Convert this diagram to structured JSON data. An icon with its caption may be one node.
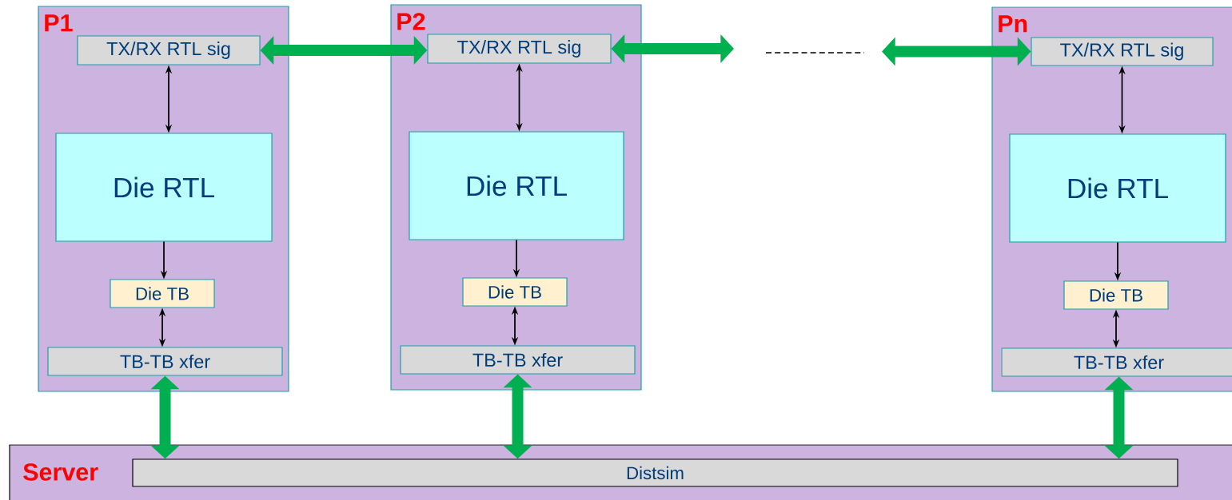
{
  "diagram": {
    "nodes": [
      {
        "text": [
          "P1"
        ]
      },
      {
        "text": [
          "TX/RX RTL sig"
        ],
        "in": 0
      },
      {
        "text": [
          "Die RTL"
        ],
        "in": 0
      },
      {
        "text": [
          "Die TB"
        ],
        "in": 0
      },
      {
        "text": [
          "TB-TB xfer"
        ],
        "in": 0
      },
      {
        "text": [
          "P2"
        ]
      },
      {
        "text": [
          "TX/RX RTL sig"
        ],
        "in": 5
      },
      {
        "text": [
          "Die RTL"
        ],
        "in": 5
      },
      {
        "text": [
          "Die TB"
        ],
        "in": 5
      },
      {
        "text": [
          "TB-TB xfer"
        ],
        "in": 5
      },
      {
        "text": [
          "Pn"
        ]
      },
      {
        "text": [
          "TX/RX RTL sig"
        ],
        "in": 10
      },
      {
        "text": [
          "Die RTL"
        ],
        "in": 10
      },
      {
        "text": [
          "Die TB"
        ],
        "in": 10
      },
      {
        "text": [
          "TB-TB xfer"
        ],
        "in": 10
      },
      {
        "text": [
          "Server"
        ]
      },
      {
        "text": [
          "Distsim"
        ],
        "in": 15
      }
    ],
    "edges": [
      {
        "from": 1,
        "to": 6,
        "arrow": "both",
        "style": "thick",
        "color": "#00b050"
      },
      {
        "from": 6,
        "to": null,
        "arrow": "both",
        "style": "thick",
        "color": "#00b050"
      },
      {
        "from": null,
        "to": 11,
        "arrow": "both",
        "style": "thick",
        "color": "#00b050"
      },
      {
        "from": 1,
        "to": 2,
        "arrow": "both"
      },
      {
        "from": 2,
        "to": 3,
        "arrow": "to"
      },
      {
        "from": 3,
        "to": 4,
        "arrow": "both"
      },
      {
        "from": 4,
        "to": 16,
        "arrow": "both",
        "style": "thick",
        "color": "#00b050"
      },
      {
        "from": 6,
        "to": 7,
        "arrow": "both"
      },
      {
        "from": 7,
        "to": 8,
        "arrow": "to"
      },
      {
        "from": 8,
        "to": 9,
        "arrow": "both"
      },
      {
        "from": 9,
        "to": 16,
        "arrow": "both",
        "style": "thick",
        "color": "#00b050"
      },
      {
        "from": 11,
        "to": 12,
        "arrow": "both"
      },
      {
        "from": 12,
        "to": 13,
        "arrow": "to"
      },
      {
        "from": 13,
        "to": 14,
        "arrow": "both"
      },
      {
        "from": 14,
        "to": 16,
        "arrow": "both",
        "style": "thick",
        "color": "#00b050"
      }
    ]
  }
}
